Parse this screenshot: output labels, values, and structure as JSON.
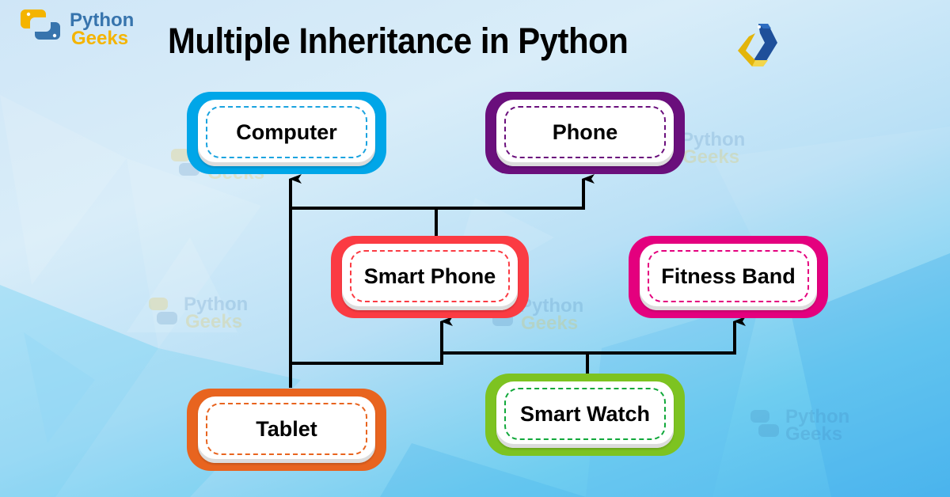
{
  "brand": {
    "line1": "Python",
    "line2": "Geeks"
  },
  "title": "Multiple Inheritance in Python",
  "colors": {
    "computer": "#00a6e8",
    "phone": "#6a0f7c",
    "smart_phone": "#fb3b43",
    "fitness_band": "#e4007e",
    "tablet": "#e8641f",
    "smart_watch": "#7dc321",
    "smart_watch_dash": "#10a83a",
    "brand_blue": "#3774ad",
    "brand_yellow": "#f4b400"
  },
  "nodes": {
    "computer": "Computer",
    "phone": "Phone",
    "smart_phone": "Smart Phone",
    "fitness_band": "Fitness Band",
    "tablet": "Tablet",
    "smart_watch": "Smart Watch"
  },
  "edges": [
    {
      "from": "Smart Phone",
      "to": "Computer"
    },
    {
      "from": "Smart Phone",
      "to": "Phone"
    },
    {
      "from": "Tablet",
      "to": "Computer"
    },
    {
      "from": "Tablet",
      "to": "Smart Phone"
    },
    {
      "from": "Smart Watch",
      "to": "Smart Phone"
    },
    {
      "from": "Smart Watch",
      "to": "Fitness Band"
    }
  ],
  "watermarks": [
    {
      "line1": "Python",
      "line2": "Geeks"
    },
    {
      "line1": "Python",
      "line2": "Geeks"
    },
    {
      "line1": "Python",
      "line2": "Geeks"
    },
    {
      "line1": "Python",
      "line2": "Geeks"
    },
    {
      "line1": "Python",
      "line2": "Geeks"
    }
  ]
}
